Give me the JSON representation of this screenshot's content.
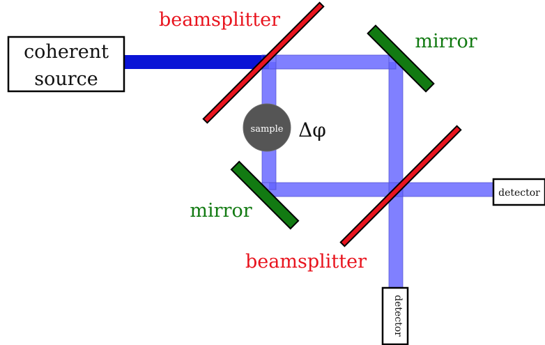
{
  "components": {
    "source": {
      "line1": "coherent",
      "line2": "source"
    },
    "beamsplitter_top": {
      "label": "beamsplitter"
    },
    "beamsplitter_bottom": {
      "label": "beamsplitter"
    },
    "mirror_top_right": {
      "label": "mirror"
    },
    "mirror_bottom_left": {
      "label": "mirror"
    },
    "sample": {
      "label": "sample",
      "phase_label": "Δφ"
    },
    "detector_right": {
      "label": "detector"
    },
    "detector_bottom": {
      "label": "detector"
    }
  },
  "colors": {
    "beam_soft": "#6464ff",
    "beam_strong": "#0a14d6",
    "beamsplitter_fill": "#e8141e",
    "mirror_fill": "#127a12",
    "sample_fill": "#555555"
  }
}
